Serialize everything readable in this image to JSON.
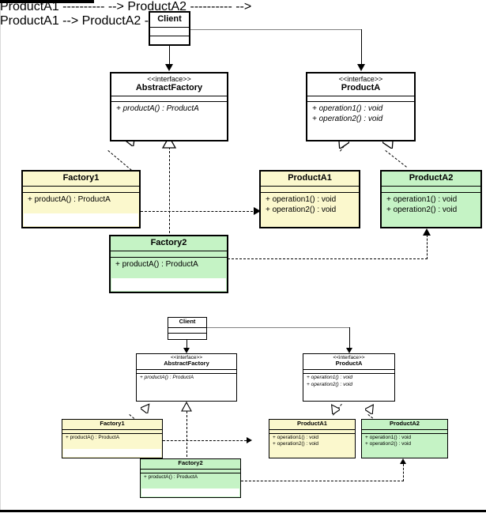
{
  "diagram": {
    "title": "Abstract Factory pattern UML class diagram",
    "colors": {
      "yellow_fill": "#fbf8cd",
      "green_fill": "#c5f3c5",
      "white_fill": "#ffffff",
      "line": "#000000",
      "association_line": "#808080"
    },
    "stereotype": "<<interface>>",
    "classes": {
      "client": {
        "name": "Client",
        "operations": []
      },
      "abstract_factory": {
        "stereotype": "<<interface>>",
        "name": "AbstractFactory",
        "operations": [
          "+ productA() : ProductA"
        ]
      },
      "product_a": {
        "stereotype": "<<interface>>",
        "name": "ProductA",
        "operations": [
          "+ operation1() : void",
          "+ operation2() : void"
        ]
      },
      "factory1": {
        "name": "Factory1",
        "operations": [
          "+ productA() : ProductA"
        ]
      },
      "factory2": {
        "name": "Factory2",
        "operations": [
          "+ productA() : ProductA"
        ]
      },
      "product_a1": {
        "name": "ProductA1",
        "operations": [
          "+ operation1() : void",
          "+ operation2() : void"
        ]
      },
      "product_a2": {
        "name": "ProductA2",
        "operations": [
          "+ operation1() : void",
          "+ operation2() : void"
        ]
      }
    },
    "relationships": [
      {
        "from": "Client",
        "to": "AbstractFactory",
        "type": "association-directed"
      },
      {
        "from": "Client",
        "to": "ProductA",
        "type": "association-directed"
      },
      {
        "from": "Factory1",
        "to": "AbstractFactory",
        "type": "realization"
      },
      {
        "from": "Factory2",
        "to": "AbstractFactory",
        "type": "realization"
      },
      {
        "from": "ProductA1",
        "to": "ProductA",
        "type": "realization"
      },
      {
        "from": "ProductA2",
        "to": "ProductA",
        "type": "realization"
      },
      {
        "from": "Factory1",
        "to": "ProductA1",
        "type": "dependency"
      },
      {
        "from": "Factory2",
        "to": "ProductA2",
        "type": "dependency"
      }
    ]
  }
}
